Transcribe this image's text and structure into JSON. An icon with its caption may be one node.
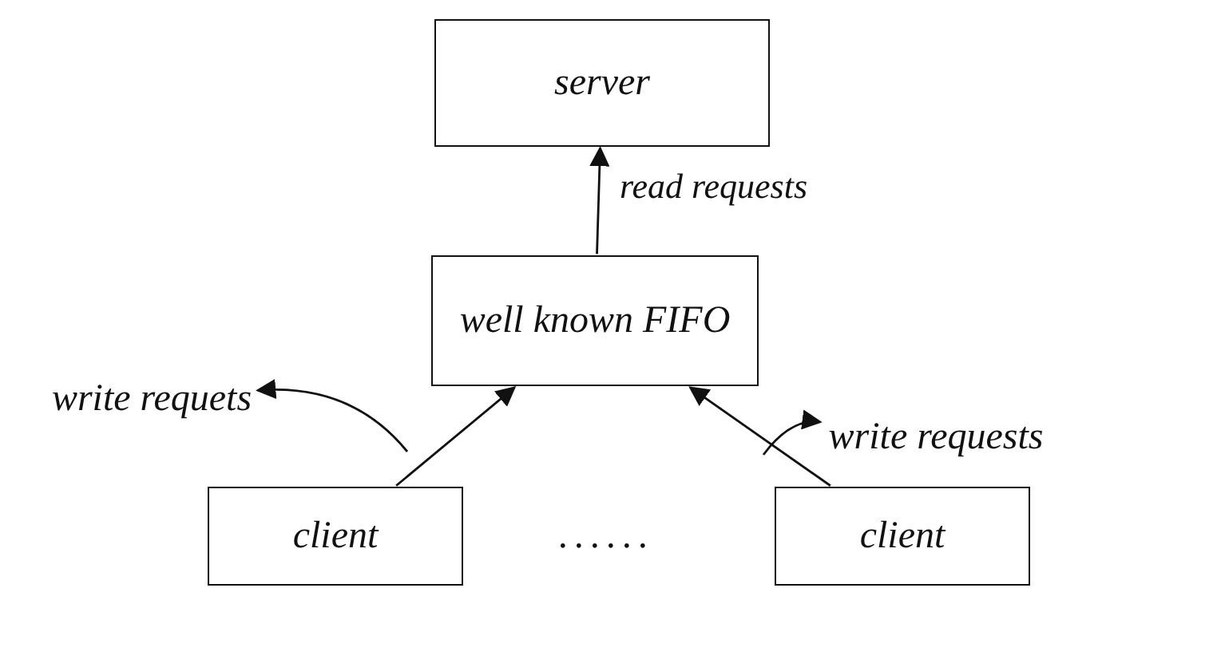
{
  "diagram": {
    "nodes": [
      {
        "text": [
          "server"
        ]
      },
      {
        "text": [
          "well known FIFO"
        ]
      },
      {
        "text": [
          "client"
        ]
      },
      {
        "text": [
          "client"
        ]
      },
      {
        "text": [
          "write requets"
        ]
      },
      {
        "text": [
          "write requests"
        ]
      }
    ],
    "edges": [
      {
        "from": 1,
        "to": 0,
        "arrow": "to",
        "label": "read requests"
      },
      {
        "from": 2,
        "to": 1,
        "arrow": "to"
      },
      {
        "from": 3,
        "to": 1,
        "arrow": "to"
      },
      {
        "from": null,
        "to": 4,
        "arrow": "to"
      },
      {
        "from": null,
        "to": 5,
        "arrow": "to"
      }
    ],
    "labels": [
      "......"
    ]
  }
}
